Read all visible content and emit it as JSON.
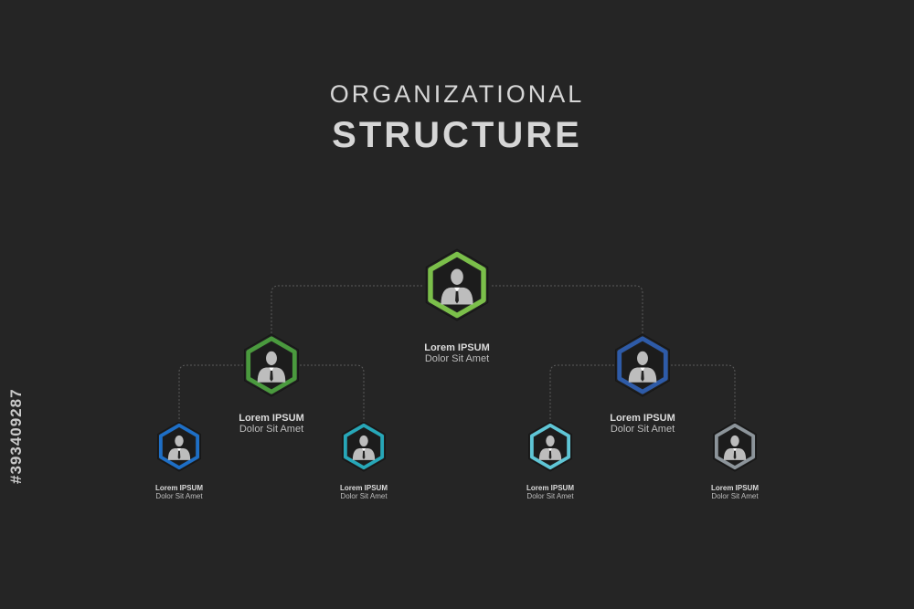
{
  "title": {
    "line1": "ORGANIZATIONAL",
    "line2": "STRUCTURE"
  },
  "nodes": [
    {
      "id": "root",
      "name": "Lorem IPSUM",
      "sub": "Dolor Sit Amet",
      "color": "#7bbf4a",
      "icon": "person-icon"
    },
    {
      "id": "left-mid",
      "name": "Lorem IPSUM",
      "sub": "Dolor Sit Amet",
      "color": "#4a9a3e",
      "icon": "person-icon"
    },
    {
      "id": "right-mid",
      "name": "Lorem IPSUM",
      "sub": "Dolor Sit Amet",
      "color": "#2e5ba8",
      "icon": "person-icon"
    },
    {
      "id": "leaf-1",
      "name": "Lorem IPSUM",
      "sub": "Dolor Sit Amet",
      "color": "#1e6fc6",
      "icon": "person-icon"
    },
    {
      "id": "leaf-2",
      "name": "Lorem IPSUM",
      "sub": "Dolor Sit Amet",
      "color": "#27a7b8",
      "icon": "person-icon"
    },
    {
      "id": "leaf-3",
      "name": "Lorem IPSUM",
      "sub": "Dolor Sit Amet",
      "color": "#5fc6d6",
      "icon": "person-icon"
    },
    {
      "id": "leaf-4",
      "name": "Lorem IPSUM",
      "sub": "Dolor Sit Amet",
      "color": "#8c949a",
      "icon": "person-icon"
    }
  ],
  "watermark": {
    "stock_id": "#393409287"
  }
}
